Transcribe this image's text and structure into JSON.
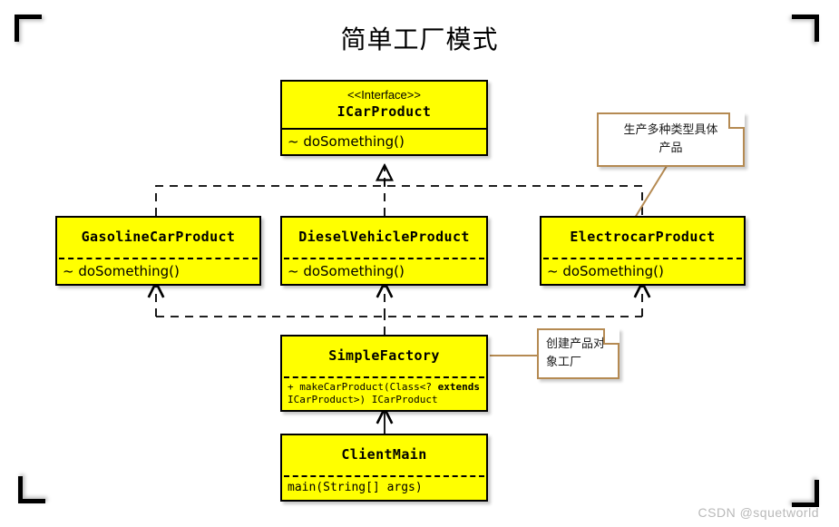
{
  "diagram": {
    "title": "简单工厂模式",
    "watermark": "CSDN @squetworld",
    "colors": {
      "class_fill": "#ffff00",
      "class_border": "#000000",
      "note_border": "#b58a52",
      "corner_red": "#c0453a",
      "corner_tan": "#b58a52",
      "watermark_text": "#b9b9b9"
    }
  },
  "classes": {
    "interface": {
      "stereotype": "<<Interface>>",
      "name": "ICarProduct",
      "members": [
        "~ doSomething()"
      ]
    },
    "gasoline": {
      "name": "GasolineCarProduct",
      "members": [
        "~ doSomething()"
      ]
    },
    "diesel": {
      "name": "DieselVehicleProduct",
      "members": [
        "~ doSomething()"
      ]
    },
    "electrocar": {
      "name": "ElectrocarProduct",
      "members": [
        "~ doSomething()"
      ]
    },
    "factory": {
      "name": "SimpleFactory",
      "members_line1_prefix": "+ makeCarProduct(Class<? ",
      "members_line1_keyword": "extends",
      "members_line2": "ICarProduct>) ICarProduct"
    },
    "client": {
      "name": "ClientMain",
      "members": [
        "main(String[] args)"
      ]
    }
  },
  "notes": [
    {
      "id": "note-products",
      "text_line1": "生产多种类型具体",
      "text_line2": "产品"
    },
    {
      "id": "note-factory",
      "text_line1": "创建产品对",
      "text_line2": "象工厂"
    }
  ],
  "relations": [
    {
      "from": "GasolineCarProduct",
      "to": "ICarProduct",
      "type": "realization"
    },
    {
      "from": "DieselVehicleProduct",
      "to": "ICarProduct",
      "type": "realization"
    },
    {
      "from": "ElectrocarProduct",
      "to": "ICarProduct",
      "type": "realization"
    },
    {
      "from": "SimpleFactory",
      "to": "GasolineCarProduct",
      "type": "dependency"
    },
    {
      "from": "SimpleFactory",
      "to": "DieselVehicleProduct",
      "type": "dependency"
    },
    {
      "from": "SimpleFactory",
      "to": "ElectrocarProduct",
      "type": "dependency"
    },
    {
      "from": "ClientMain",
      "to": "SimpleFactory",
      "type": "association"
    }
  ]
}
